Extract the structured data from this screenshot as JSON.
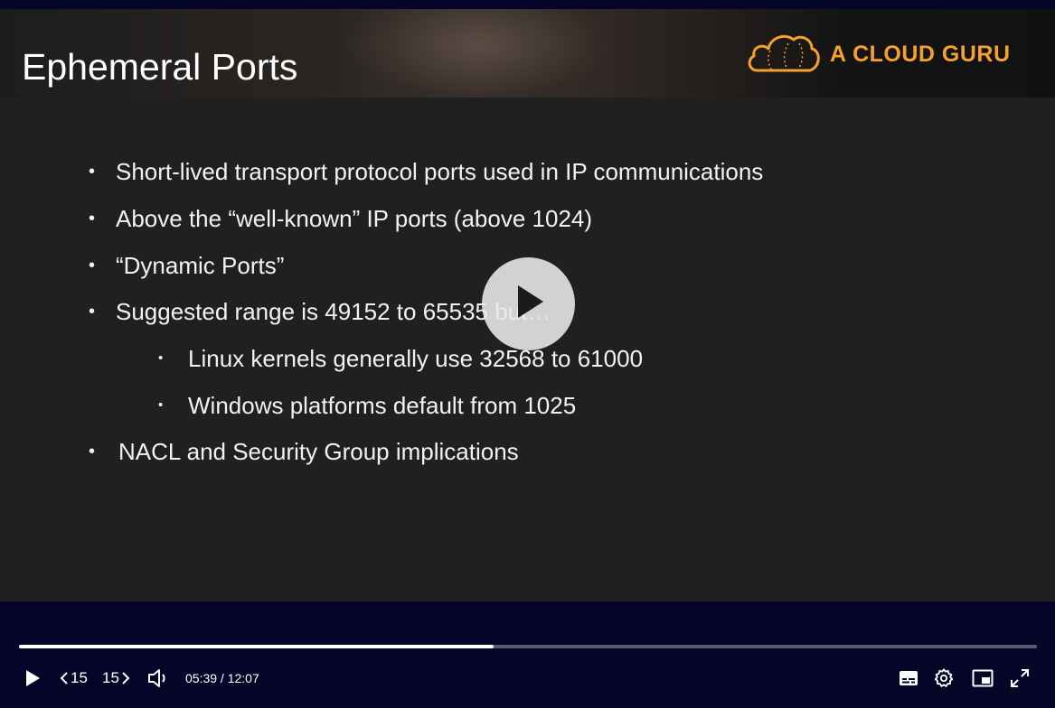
{
  "slide": {
    "title": "Ephemeral Ports",
    "brand": "A CLOUD GURU",
    "bullets": [
      {
        "text": "Short-lived transport protocol ports used in IP communications",
        "level": 1
      },
      {
        "text": "Above the “well-known” IP ports (above 1024)",
        "level": 1
      },
      {
        "text": "“Dynamic Ports”",
        "level": 1
      },
      {
        "text": "Suggested range is 49152 to 65535 but…",
        "level": 1
      },
      {
        "text": "Linux kernels generally use 32568 to 61000",
        "level": 2
      },
      {
        "text": "Windows platforms default from 1025",
        "level": 2
      },
      {
        "text": "NACL and Security Group implications",
        "level": 1
      }
    ],
    "bullet_glyph": "•"
  },
  "player": {
    "skip_back_label": "15",
    "skip_forward_label": "15",
    "time_display": "05:39 / 12:07",
    "progress": 0.466
  },
  "colors": {
    "brand": "#f6a02d",
    "background": "#05052a",
    "slide_bg": "#202020"
  },
  "icons": {
    "big_play": "play-icon",
    "play": "play-icon",
    "skip_back": "chevron-left-icon",
    "skip_forward": "chevron-right-icon",
    "volume": "volume-icon",
    "captions": "captions-icon",
    "settings": "gear-icon",
    "pip": "picture-in-picture-icon",
    "fullscreen": "fullscreen-icon"
  }
}
